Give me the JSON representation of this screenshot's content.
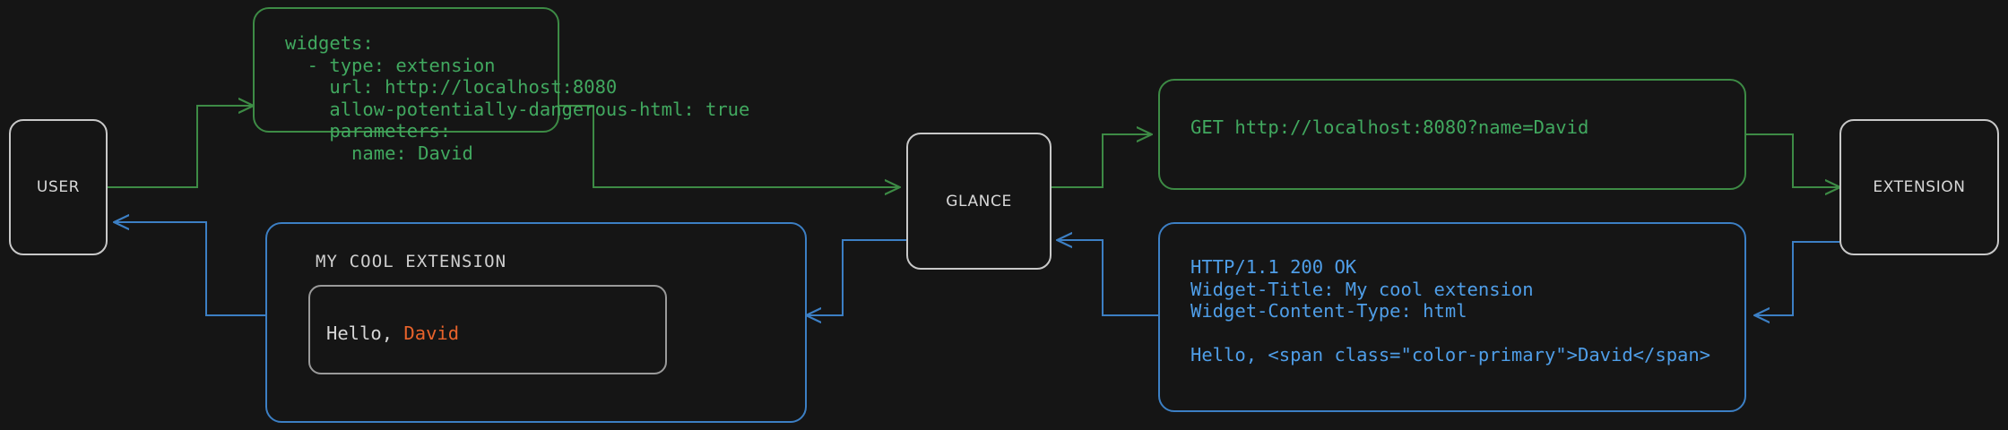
{
  "diagram": {
    "title": "Glance extension widget request flow",
    "background_color": "#151515",
    "colors": {
      "green": "#41a85f",
      "green_edge": "#3d8b45",
      "blue": "#4f9ee8",
      "blue_edge": "#3c7fc4",
      "node_border": "#c8c8c8",
      "node_text": "#d8d8d8",
      "accent_orange": "#e8632b"
    }
  },
  "nodes": {
    "user": {
      "label": "USER"
    },
    "glance": {
      "label": "GLANCE"
    },
    "extension": {
      "label": "EXTENSION"
    }
  },
  "config_block": {
    "lines": [
      "widgets:",
      "  - type: extension",
      "    url: http://localhost:8080",
      "    allow-potentially-dangerous-html: true",
      "    parameters:",
      "      name: David"
    ],
    "text": "widgets:\n  - type: extension\n    url: http://localhost:8080\n    allow-potentially-dangerous-html: true\n    parameters:\n      name: David"
  },
  "request_block": {
    "text": "GET http://localhost:8080?name=David"
  },
  "response_block": {
    "lines": [
      "HTTP/1.1 200 OK",
      "Widget-Title: My cool extension",
      "Widget-Content-Type: html",
      "",
      "Hello, <span class=\"color-primary\">David</span>"
    ],
    "text": "HTTP/1.1 200 OK\nWidget-Title: My cool extension\nWidget-Content-Type: html\n\nHello, <span class=\"color-primary\">David</span>"
  },
  "rendered_widget": {
    "title": "MY COOL EXTENSION",
    "greeting_prefix": "Hello, ",
    "greeting_name": "David"
  }
}
